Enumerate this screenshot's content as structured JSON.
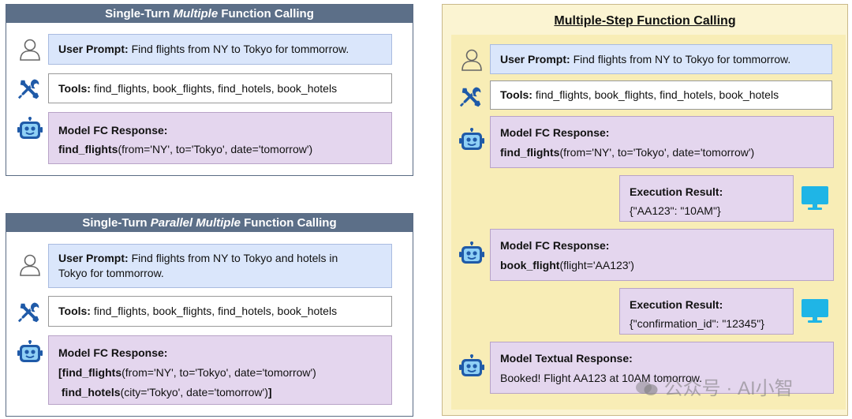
{
  "panel1": {
    "title_pre": "Single-Turn ",
    "title_em": "Multiple",
    "title_post": " Function Calling",
    "user_label": "User Prompt:",
    "user_text": " Find flights from NY to Tokyo for tommorrow.",
    "tools_label": "Tools:",
    "tools_text": " find_flights, book_flights, find_hotels, book_hotels",
    "model_label": "Model FC Response:",
    "call_fn": "find_flights",
    "call_args": "(from='NY', to='Tokyo', date='tomorrow')"
  },
  "panel2": {
    "title_pre": "Single-Turn ",
    "title_em": "Parallel Multiple",
    "title_post": " Function Calling",
    "user_label": "User Prompt:",
    "user_text_1": " Find flights from NY to Tokyo and hotels in",
    "user_text_2": "Tokyo for tommorrow.",
    "tools_label": "Tools:",
    "tools_text": " find_flights, book_flights, find_hotels, book_hotels",
    "model_label": "Model FC Response:",
    "call1_open": "[",
    "call1_fn": "find_flights",
    "call1_args": "(from='NY', to='Tokyo', date='tomorrow')",
    "call2_fn": "find_hotels",
    "call2_args": "(city='Tokyo', date='tomorrow')",
    "call2_close": "]"
  },
  "panel3": {
    "title": "Multiple-Step Function Calling",
    "user_label": "User Prompt:",
    "user_text": " Find flights from NY to Tokyo for tommorrow.",
    "tools_label": "Tools:",
    "tools_text": " find_flights, book_flights, find_hotels, book_hotels",
    "model1_label": "Model FC Response:",
    "model1_fn": "find_flights",
    "model1_args": "(from='NY', to='Tokyo', date='tomorrow')",
    "exec1_label": "Execution Result:",
    "exec1_text": "{\"AA123\": \"10AM\"}",
    "model2_label": "Model FC Response:",
    "model2_fn": "book_flight",
    "model2_args": "(flight='AA123')",
    "exec2_label": "Execution Result:",
    "exec2_text": "{\"confirmation_id\": \"12345\"}",
    "model3_label": "Model Textual Response:",
    "model3_text": "Booked! Flight AA123 at 10AM tomorrow."
  },
  "watermark": "公众号 · AI小智",
  "colors": {
    "header": "#5c6f88",
    "user_box": "#dae6fb",
    "model_box": "#e4d6ee",
    "right_bg": "#fbf4d2",
    "icon_blue": "#2f6fc0",
    "monitor": "#1fb5e6"
  }
}
